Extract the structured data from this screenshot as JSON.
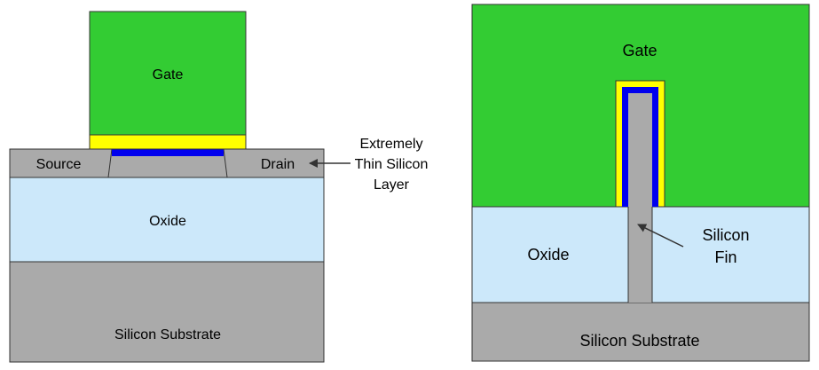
{
  "colors": {
    "gate": "#33CC33",
    "gate_dielectric": "#FFFF00",
    "channel": "#0000EE",
    "silicon": "#AAAAAA",
    "oxide": "#CCE8FA",
    "outline": "#333333"
  },
  "left_diagram": {
    "gate_label": "Gate",
    "source_label": "Source",
    "drain_label": "Drain",
    "oxide_label": "Oxide",
    "substrate_label": "Silicon Substrate",
    "callout_lines": [
      "Extremely",
      "Thin Silicon",
      "Layer"
    ]
  },
  "right_diagram": {
    "gate_label": "Gate",
    "oxide_label": "Oxide",
    "substrate_label": "Silicon Substrate",
    "callout_lines": [
      "Silicon",
      "Fin"
    ]
  }
}
